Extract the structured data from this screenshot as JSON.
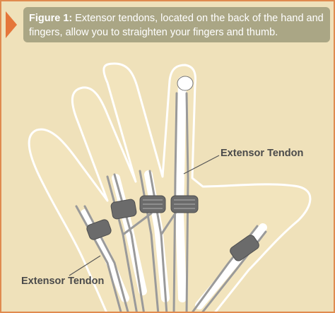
{
  "caption": {
    "label": "Figure 1:",
    "text": "Extensor tendons, located on the back of the hand and fingers, allow you to straighten your fingers and thumb."
  },
  "labels": {
    "top": "Extensor Tendon",
    "bottom": "Extensor Tendon"
  },
  "colors": {
    "border": "#e08b4f",
    "background": "#efe1ba",
    "caption_box": "#aaa685",
    "arrow": "#e5763a",
    "skin": "#f2e4bd",
    "skin_outline": "#ffffff",
    "tendon": "#9a9a9a",
    "bone": "#ffffff",
    "sheath": "#6b6b6b"
  }
}
